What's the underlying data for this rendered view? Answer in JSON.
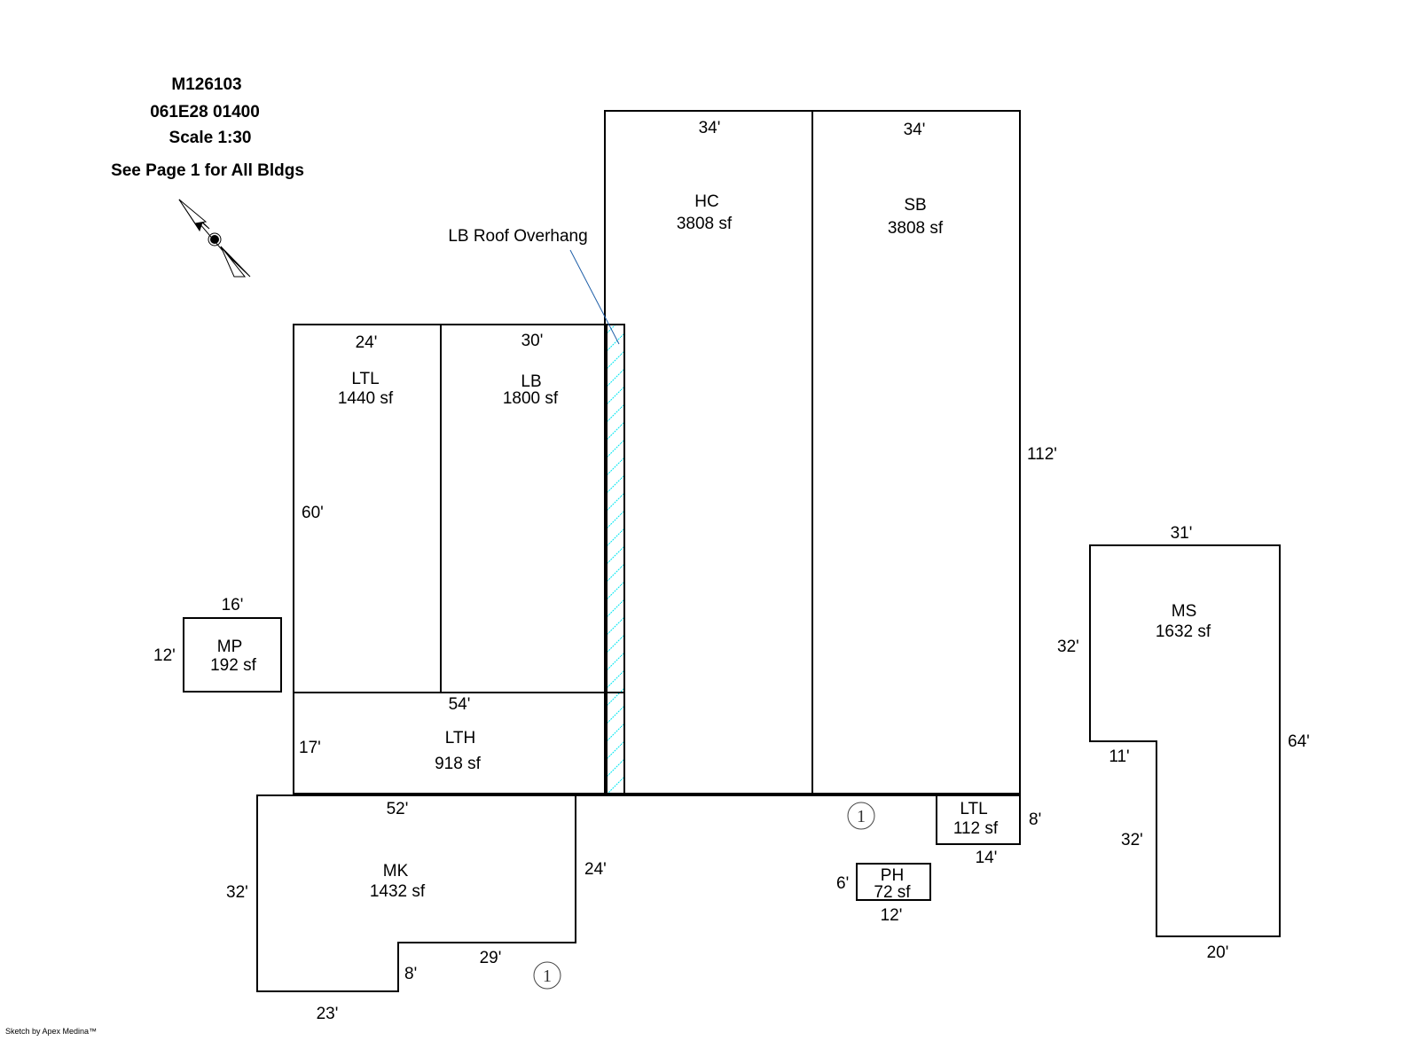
{
  "header": {
    "map_id": "M126103",
    "parcel": "061E28  01400",
    "scale": "Scale 1:30",
    "note": "See Page 1 for All Bldgs"
  },
  "credit": "Sketch by Apex Medina™",
  "north_arrow": {
    "icon": "north-arrow-icon"
  },
  "annotation": {
    "text": "LB Roof Overhang",
    "hatch_color": "#00e5f0",
    "leader_color": "#1f5fa8"
  },
  "buildings": {
    "hc": {
      "code": "HC",
      "area": "3808 sf",
      "dims": {
        "top": "34'"
      }
    },
    "sb": {
      "code": "SB",
      "area": "3808 sf",
      "dims": {
        "top": "34'",
        "right": "112'"
      }
    },
    "ltl_main": {
      "code": "LTL",
      "area": "1440 sf",
      "dims": {
        "top": "24'",
        "left": "60'"
      }
    },
    "lb": {
      "code": "LB",
      "area": "1800 sf",
      "dims": {
        "top": "30'"
      }
    },
    "lth": {
      "code": "LTH",
      "area": "918 sf",
      "dims": {
        "top": "54'",
        "left": "17'"
      }
    },
    "mp": {
      "code": "MP",
      "area": "192 sf",
      "dims": {
        "top": "16'",
        "left": "12'"
      }
    },
    "mk": {
      "code": "MK",
      "area": "1432 sf",
      "dims": {
        "top": "52'",
        "left": "32'",
        "right": "24'",
        "inner_horizontal": "29'",
        "inner_vertical": "8'",
        "bottom": "23'"
      }
    },
    "ltl_small": {
      "code": "LTL",
      "area": "112 sf",
      "dims": {
        "right": "8'",
        "bottom": "14'"
      }
    },
    "ph": {
      "code": "PH",
      "area": "72 sf",
      "dims": {
        "left": "6'",
        "bottom": "12'"
      }
    },
    "ms": {
      "code": "MS",
      "area": "1632 sf",
      "dims": {
        "top": "31'",
        "left_upper": "32'",
        "notch": "11'",
        "left_lower": "32'",
        "right": "64'",
        "bottom": "20'"
      }
    }
  },
  "callouts": [
    {
      "label": "1"
    },
    {
      "label": "1"
    }
  ]
}
